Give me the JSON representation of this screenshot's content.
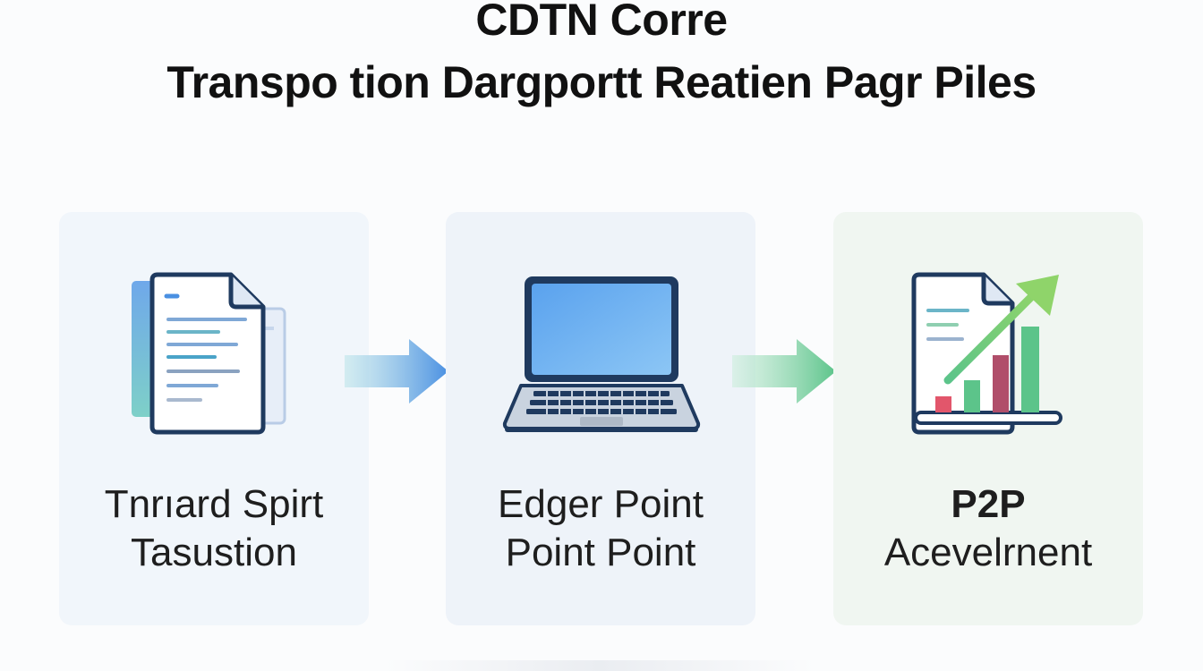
{
  "title": {
    "line1": "CDTN Corre",
    "line2": "Transpo tion Dargportt Reatien Pagr Piles"
  },
  "steps": [
    {
      "icon": "document-stack-icon",
      "label_line1": "Tnrıard Spirt",
      "label_line2": "Tasustion"
    },
    {
      "icon": "laptop-icon",
      "label_line1": "Edger Point",
      "label_line2": "Point Point"
    },
    {
      "icon": "report-growth-chart-icon",
      "label_line1": "P2P",
      "label_line2": "Acevelrnent"
    }
  ],
  "connectors": [
    {
      "icon": "arrow-right-icon",
      "color": "#4a90e2"
    },
    {
      "icon": "arrow-right-icon",
      "color": "#5cc48a"
    }
  ],
  "colors": {
    "card1_bg": "#f1f6fb",
    "card2_bg": "#eef3f9",
    "card3_bg": "#f0f6f1",
    "outline": "#1f3a5f",
    "blue_accent": "#4a90e2",
    "green_accent": "#5cc48a"
  }
}
